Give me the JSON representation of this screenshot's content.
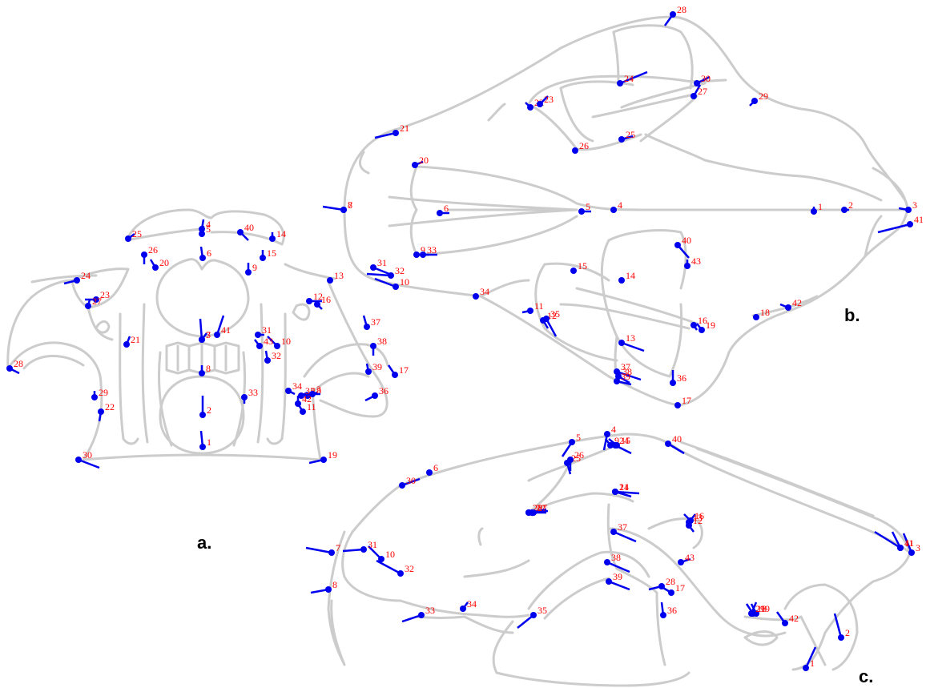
{
  "colors": {
    "outline": "#cccccc",
    "marker": "#0000ee",
    "label": "#ff0000",
    "panel_label": "#000000"
  },
  "panels": [
    {
      "label": "a.",
      "landmarks": [
        {
          "n": "1"
        },
        {
          "n": "2"
        },
        {
          "n": "3"
        },
        {
          "n": "4"
        },
        {
          "n": "5"
        },
        {
          "n": "6"
        },
        {
          "n": "7"
        },
        {
          "n": "8"
        },
        {
          "n": "9"
        },
        {
          "n": "10"
        },
        {
          "n": "11"
        },
        {
          "n": "12"
        },
        {
          "n": "13"
        },
        {
          "n": "14"
        },
        {
          "n": "15"
        },
        {
          "n": "16"
        },
        {
          "n": "17"
        },
        {
          "n": "18"
        },
        {
          "n": "19"
        },
        {
          "n": "20"
        },
        {
          "n": "21"
        },
        {
          "n": "22"
        },
        {
          "n": "23"
        },
        {
          "n": "24"
        },
        {
          "n": "25"
        },
        {
          "n": "26"
        },
        {
          "n": "27"
        },
        {
          "n": "28"
        },
        {
          "n": "29"
        },
        {
          "n": "30"
        },
        {
          "n": "31"
        },
        {
          "n": "32"
        },
        {
          "n": "33"
        },
        {
          "n": "34"
        },
        {
          "n": "35"
        },
        {
          "n": "36"
        },
        {
          "n": "37"
        },
        {
          "n": "38"
        },
        {
          "n": "39"
        },
        {
          "n": "40"
        },
        {
          "n": "41"
        },
        {
          "n": "42"
        },
        {
          "n": "43"
        },
        {
          "n": "3"
        }
      ]
    },
    {
      "label": "b.",
      "landmarks": [
        {
          "n": "1"
        },
        {
          "n": "2"
        },
        {
          "n": "3"
        },
        {
          "n": "4"
        },
        {
          "n": "5"
        },
        {
          "n": "6"
        },
        {
          "n": "7"
        },
        {
          "n": "8"
        },
        {
          "n": "9"
        },
        {
          "n": "10"
        },
        {
          "n": "11"
        },
        {
          "n": "12"
        },
        {
          "n": "13"
        },
        {
          "n": "14"
        },
        {
          "n": "15"
        },
        {
          "n": "16"
        },
        {
          "n": "17"
        },
        {
          "n": "18"
        },
        {
          "n": "19"
        },
        {
          "n": "20"
        },
        {
          "n": "21"
        },
        {
          "n": "22"
        },
        {
          "n": "23"
        },
        {
          "n": "24"
        },
        {
          "n": "25"
        },
        {
          "n": "26"
        },
        {
          "n": "27"
        },
        {
          "n": "28"
        },
        {
          "n": "29"
        },
        {
          "n": "30"
        },
        {
          "n": "31"
        },
        {
          "n": "32"
        },
        {
          "n": "33"
        },
        {
          "n": "34"
        },
        {
          "n": "35"
        },
        {
          "n": "36"
        },
        {
          "n": "37"
        },
        {
          "n": "38"
        },
        {
          "n": "39"
        },
        {
          "n": "40"
        },
        {
          "n": "41"
        },
        {
          "n": "42"
        },
        {
          "n": "43"
        }
      ]
    },
    {
      "label": "c.",
      "landmarks": [
        {
          "n": "1"
        },
        {
          "n": "2"
        },
        {
          "n": "3"
        },
        {
          "n": "4"
        },
        {
          "n": "5"
        },
        {
          "n": "6"
        },
        {
          "n": "7"
        },
        {
          "n": "8"
        },
        {
          "n": "9"
        },
        {
          "n": "10"
        },
        {
          "n": "11"
        },
        {
          "n": "12"
        },
        {
          "n": "13"
        },
        {
          "n": "14"
        },
        {
          "n": "15"
        },
        {
          "n": "16"
        },
        {
          "n": "17"
        },
        {
          "n": "18"
        },
        {
          "n": "19"
        },
        {
          "n": "20"
        },
        {
          "n": "21"
        },
        {
          "n": "22"
        },
        {
          "n": "23"
        },
        {
          "n": "24"
        },
        {
          "n": "25"
        },
        {
          "n": "26"
        },
        {
          "n": "27"
        },
        {
          "n": "28"
        },
        {
          "n": "29"
        },
        {
          "n": "30"
        },
        {
          "n": "31"
        },
        {
          "n": "32"
        },
        {
          "n": "33"
        },
        {
          "n": "34"
        },
        {
          "n": "35"
        },
        {
          "n": "36"
        },
        {
          "n": "37"
        },
        {
          "n": "38"
        },
        {
          "n": "39"
        },
        {
          "n": "40"
        },
        {
          "n": "41"
        },
        {
          "n": "42"
        },
        {
          "n": "43"
        }
      ]
    }
  ]
}
